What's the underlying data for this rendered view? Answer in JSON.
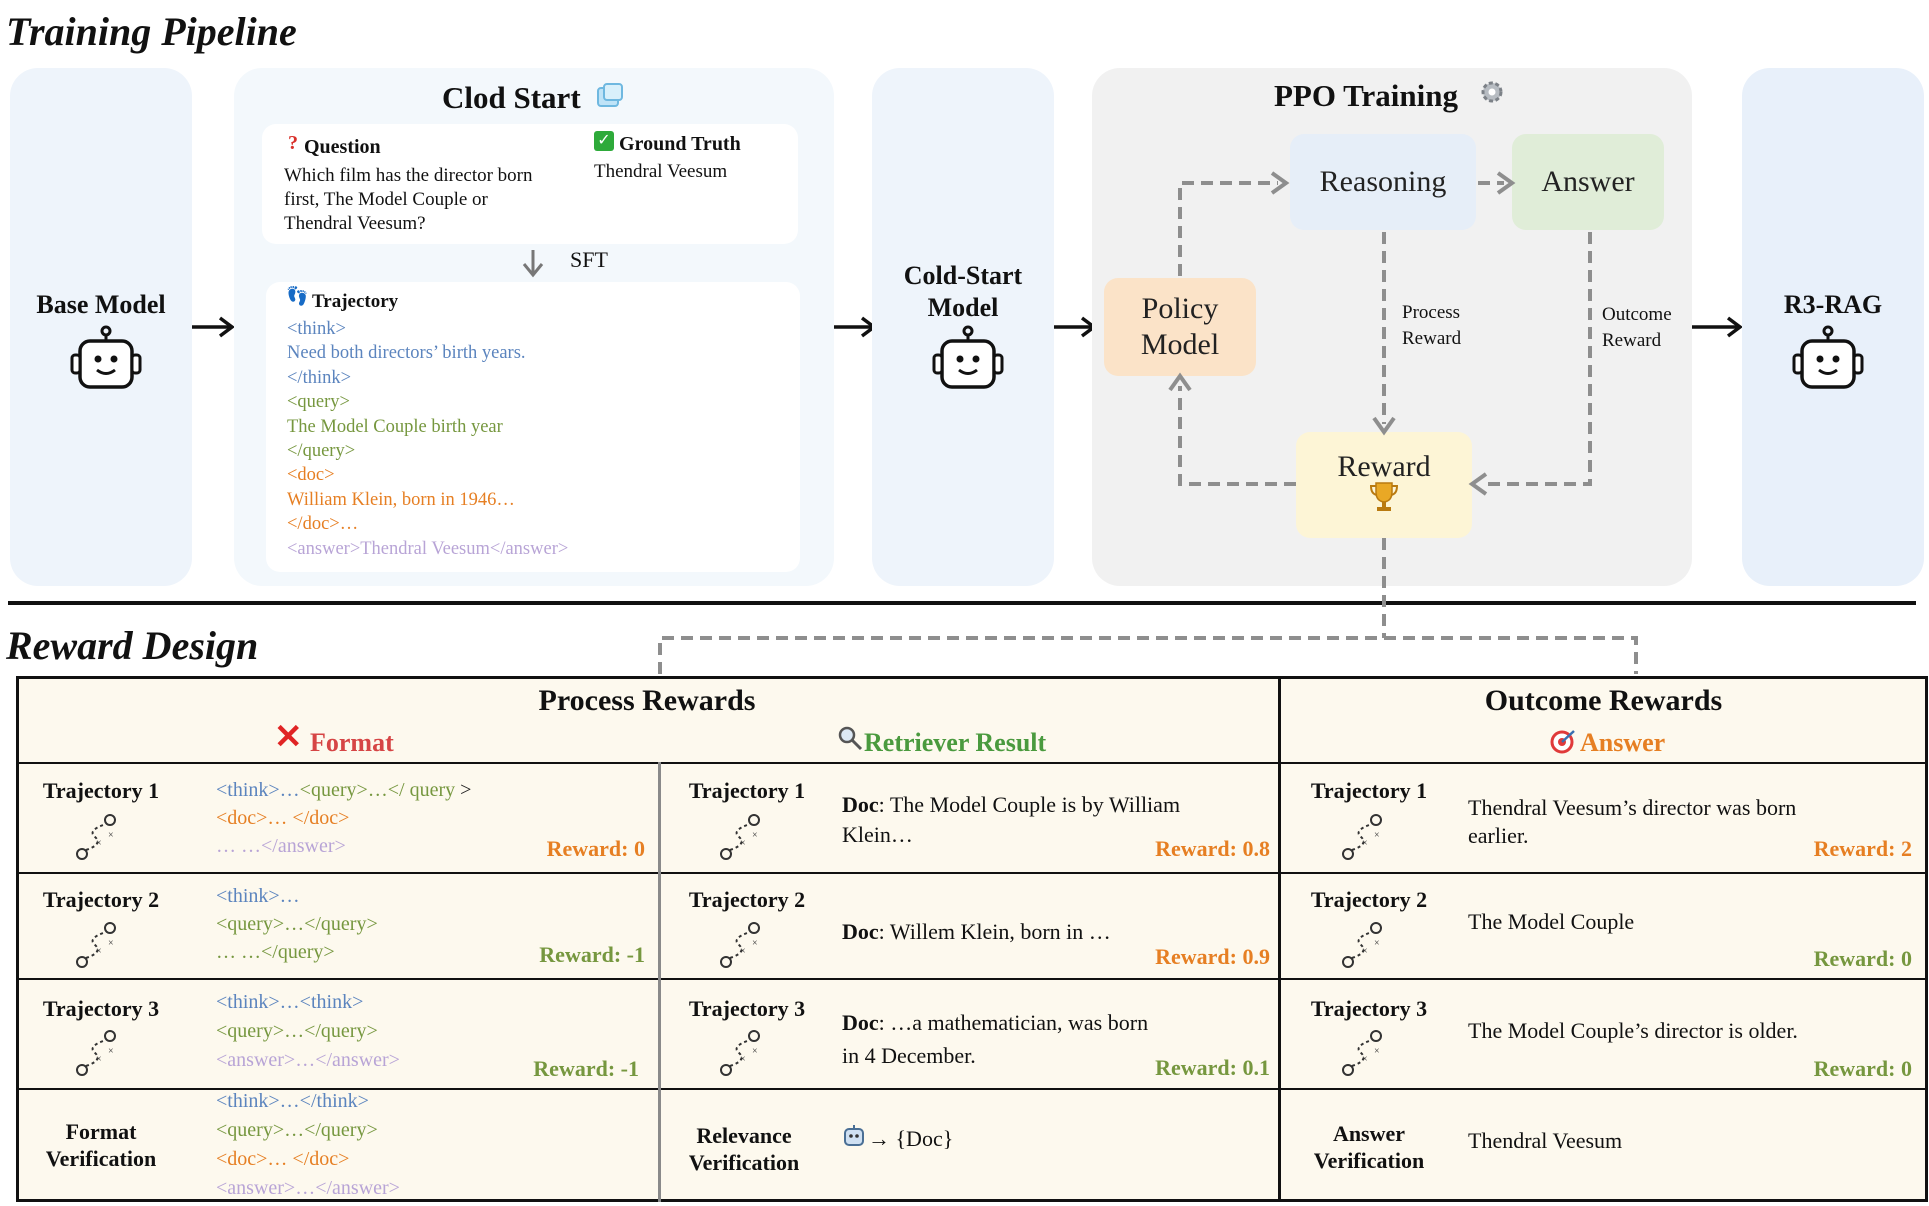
{
  "titles": {
    "pipeline": "Training Pipeline",
    "reward_design": "Reward Design"
  },
  "pipeline": {
    "base_model": "Base Model",
    "cold_start_panel": "Clod Start",
    "question_label": "Question",
    "question_text_1": "Which film has the director born",
    "question_text_2": "first, The Model Couple or",
    "question_text_3": "Thendral Veesum?",
    "ground_truth_label": "Ground Truth",
    "ground_truth_text": "Thendral Veesum",
    "sft_label": "SFT",
    "trajectory_label": "Trajectory",
    "traj_lines": [
      "<think>",
      "Need both directors’ birth years.",
      "</think>",
      "<query>",
      "The Model Couple birth year",
      "</query>",
      "<doc>",
      "William Klein, born in 1946…",
      "</doc>…",
      "<answer>Thendral Veesum</answer>"
    ],
    "cold_start_model_1": "Cold-Start",
    "cold_start_model_2": "Model",
    "ppo_title": "PPO Training",
    "reasoning": "Reasoning",
    "answer": "Answer",
    "policy_1": "Policy",
    "policy_2": "Model",
    "reward": "Reward",
    "process_reward_1": "Process",
    "process_reward_2": "Reward",
    "outcome_reward_1": "Outcome",
    "outcome_reward_2": "Reward",
    "final_model": "R3-RAG"
  },
  "reward_design": {
    "process_title": "Process Rewards",
    "outcome_title": "Outcome Rewards",
    "format_label": "Format",
    "retriever_label": "Retriever Result",
    "answer_label": "Answer",
    "format_rows": [
      {
        "traj": "Trajectory 1",
        "l1a": "<think>…<query>…</ query",
        "l1b": " >",
        "l2": "<doc>… </doc>",
        "l3": "… …</answer>",
        "reward": "Reward: 0"
      },
      {
        "traj": "Trajectory 2",
        "l1a": "<think>…",
        "l1b": "",
        "l2": "<query>…</query>",
        "l3": "… …</query>",
        "reward": "Reward: -1"
      },
      {
        "traj": "Trajectory 3",
        "l1a": "<think>…<think>",
        "l1b": "",
        "l2": "<query>…</query>",
        "l3": "<answer>…</answer>",
        "reward": "Reward: -1"
      }
    ],
    "format_verif_1": "Format",
    "format_verif_2": "Verification",
    "format_verif_lines": [
      "<think>…</think>",
      "<query>…</query>",
      "<doc>… </doc>",
      "<answer>…</answer>"
    ],
    "retr_rows": [
      {
        "traj": "Trajectory 1",
        "doc": "Doc",
        "t1": ": The Model Couple is by William",
        "t2": "Klein…",
        "reward": "Reward: 0.8"
      },
      {
        "traj": "Trajectory 2",
        "doc": "Doc",
        "t1": ": Willem Klein, born in …",
        "t2": "",
        "reward": "Reward: 0.9"
      },
      {
        "traj": "Trajectory 3",
        "doc": "Doc",
        "t1": ": …a mathematician, was born",
        "t2": "in 4 December.",
        "reward": "Reward: 0.1"
      }
    ],
    "relevance_1": "Relevance",
    "relevance_2": "Verification",
    "relevance_text": "→ {Doc}",
    "outcome_rows": [
      {
        "traj": "Trajectory 1",
        "t1": "Thendral Veesum’s director was born",
        "t2": "earlier.",
        "reward": "Reward: 2"
      },
      {
        "traj": "Trajectory 2",
        "t1": "The Model Couple",
        "t2": "",
        "reward": "Reward: 0"
      },
      {
        "traj": "Trajectory 3",
        "t1": "The Model Couple’s director is older.",
        "t2": "",
        "reward": "Reward: 0"
      }
    ],
    "answer_verif_1": "Answer",
    "answer_verif_2": "Verification",
    "answer_verif_text": "Thendral Veesum"
  },
  "colors": {
    "think": "#5b84be",
    "query": "#76973f",
    "doc": "#e67f23",
    "answer": "#b8a4d6",
    "reward_orange": "#e67f23",
    "reward_green": "#76973f"
  }
}
